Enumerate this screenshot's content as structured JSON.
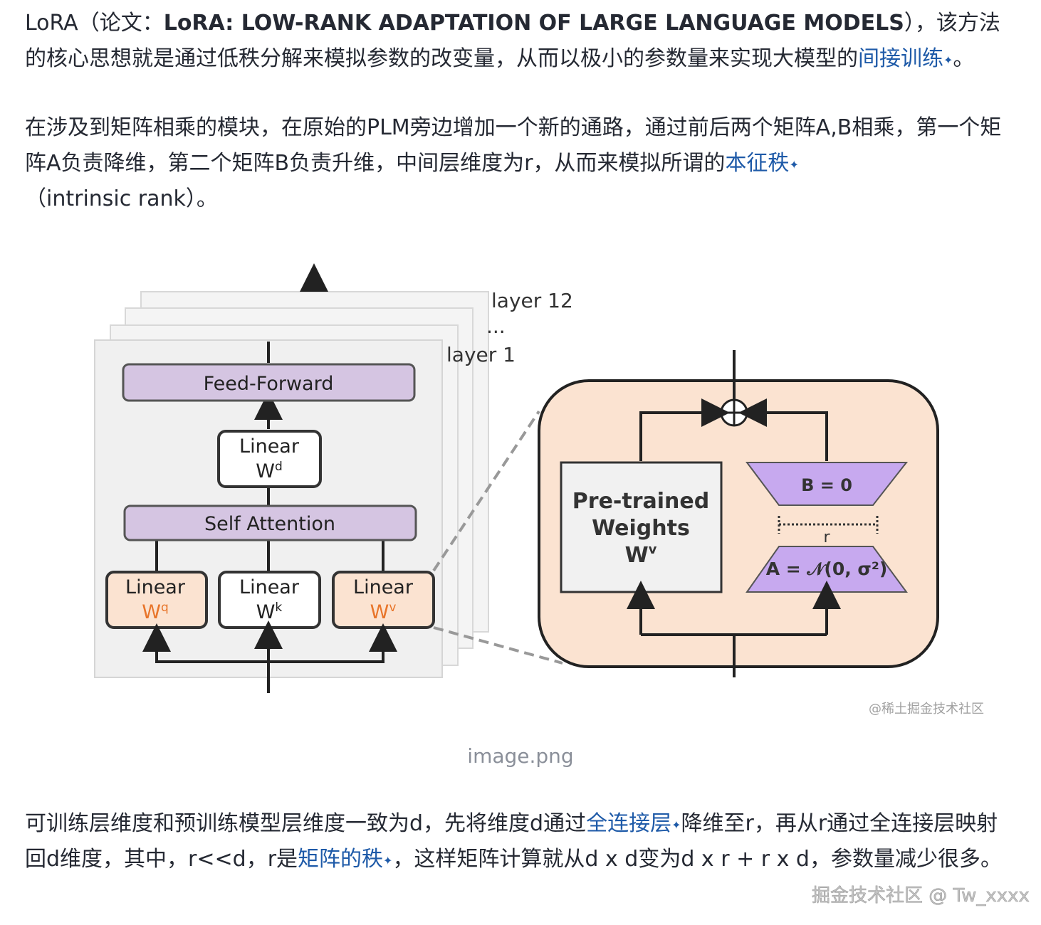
{
  "p1": {
    "pre": "LoRA（论文：",
    "paper_title": "LoRA: LOW-RANK ADAPTATION OF LARGE LANGUAGE MODELS",
    "post": "），该方法的核心思想就是通过低秩分解来模拟参数的改变量，从而以极小的参数量来实现大模型的",
    "link": "间接训练",
    "end": "。"
  },
  "p2": {
    "pre": "在涉及到矩阵相乘的模块，在原始的PLM旁边增加一个新的通路，通过前后两个矩阵A,B相乘，第一个矩阵A负责降维，第二个矩阵B负责升维，中间层维度为r，从而来模拟所谓的",
    "link": "本征秩",
    "post": "（intrinsic rank）。"
  },
  "figure": {
    "layer_top": "layer 12",
    "layer_dots": "...",
    "layer_bottom": "layer 1",
    "feed_forward": "Feed-Forward",
    "linear": "Linear",
    "wd": "W",
    "wd_sup": "d",
    "self_attention": "Self Attention",
    "wq": "W",
    "wq_sup": "q",
    "wk": "W",
    "wk_sup": "k",
    "wv": "W",
    "wv_sup": "v",
    "pretrained_l1": "Pre-trained",
    "pretrained_l2": "Weights",
    "pretrained_w": "W",
    "pretrained_w_sup": "v",
    "b_label": "B = 0",
    "r_label": "r",
    "a_label": "A = 𝒩(0, σ²)",
    "watermark": "@稀土掘金技术社区",
    "colors": {
      "lilac": "#d5c5e2",
      "peach": "#fbe3d1",
      "orange": "#e8752a",
      "trap": "#c7a9ef"
    }
  },
  "caption": "image.png",
  "p3": {
    "pre": "可训练层维度和预训练模型层维度一致为d，先将维度d通过",
    "link1": "全连接层",
    "mid1": "降维至r，再从r通过全连接层映射回d维度，其中，r<<d，r是",
    "link2": "矩阵的秩",
    "post": "，这样矩阵计算就从d x d变为d x r + r x d，参数量减少很多。"
  },
  "footer_watermark": "掘金技术社区 @ Tw_xxxx"
}
